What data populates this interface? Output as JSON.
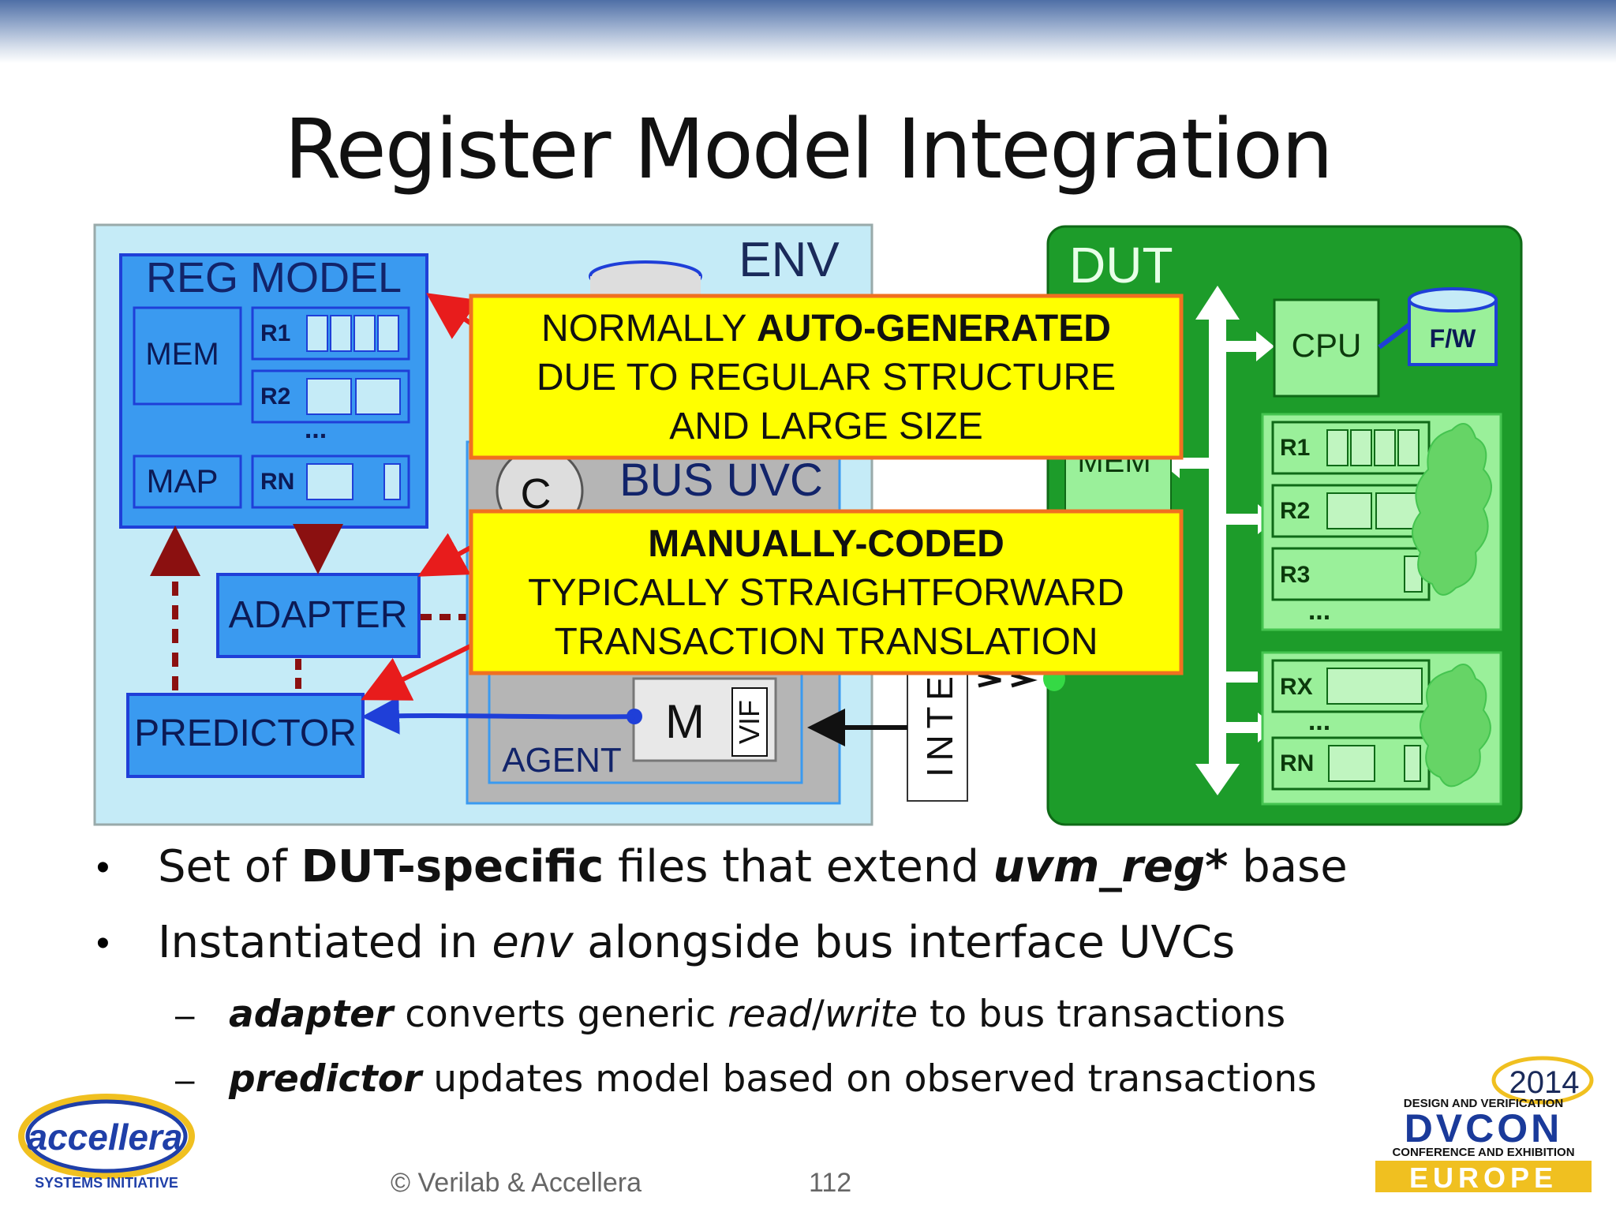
{
  "slide": {
    "title": "Register Model Integration",
    "footer": "© Verilab & Accellera",
    "page_number": "112"
  },
  "diagram": {
    "env_label": "ENV",
    "reg_model_label": "REG MODEL",
    "mem_label": "MEM",
    "map_label": "MAP",
    "reg_r1": "R1",
    "reg_r2": "R2",
    "reg_rn": "RN",
    "ellipsis": "...",
    "adapter_label": "ADAPTER",
    "predictor_label": "PREDICTOR",
    "sequencer_label": "C",
    "bus_uvc_label": "BUS UVC",
    "agent_label": "AGENT",
    "monitor_label": "M",
    "vif_label": "VIF",
    "interface_label": "INTERFACE",
    "dut_label": "DUT",
    "cpu_label": "CPU",
    "fw_label": "F/W",
    "dut_mem_label": "MEM",
    "dut_r1": "R1",
    "dut_r2": "R2",
    "dut_r3": "R3",
    "dut_rx": "RX",
    "dut_rn": "RN",
    "callout1": {
      "line1_normal": "NORMALLY ",
      "line1_bold": "AUTO-GENERATED",
      "line2": "DUE TO REGULAR STRUCTURE",
      "line3": "AND LARGE SIZE"
    },
    "callout2": {
      "line1_bold": "MANUALLY-CODED",
      "line2": "TYPICALLY STRAIGHTFORWARD",
      "line3": "TRANSACTION TRANSLATION"
    }
  },
  "bullets": {
    "b1": {
      "t1": "Set of ",
      "t2": "DUT-specific",
      "t3": " files that extend ",
      "t4": "uvm_reg*",
      "t5": " base"
    },
    "b2": {
      "t1": "Instantiated in ",
      "t2": "env",
      "t3": " alongside bus interface UVCs"
    },
    "s1": {
      "t1": "adapter",
      "t2": " converts generic ",
      "t3": "read",
      "t4": "/",
      "t5": "write",
      "t6": " to bus transactions"
    },
    "s2": {
      "t1": "predictor",
      "t2": " updates model based on observed transactions"
    }
  },
  "logos": {
    "accellera_name": "accellera",
    "accellera_sub": "SYSTEMS INITIATIVE",
    "dvcon_year": "2014",
    "dvcon_line1": "DESIGN AND VERIFICATION",
    "dvcon_name": "DVCON",
    "dvcon_line2": "CONFERENCE AND EXHIBITION",
    "dvcon_region": "EUROPE"
  },
  "colors": {
    "env_bg": "#c5ebf7",
    "block_blue": "#3a9af0",
    "block_border": "#1f3fd8",
    "dut_green": "#1d9c2a",
    "dut_light": "#9af09a",
    "callout_yellow": "#ffff00",
    "callout_border": "#f07020",
    "arrow_red": "#e81c1c",
    "dashed_red": "#8b1010"
  }
}
